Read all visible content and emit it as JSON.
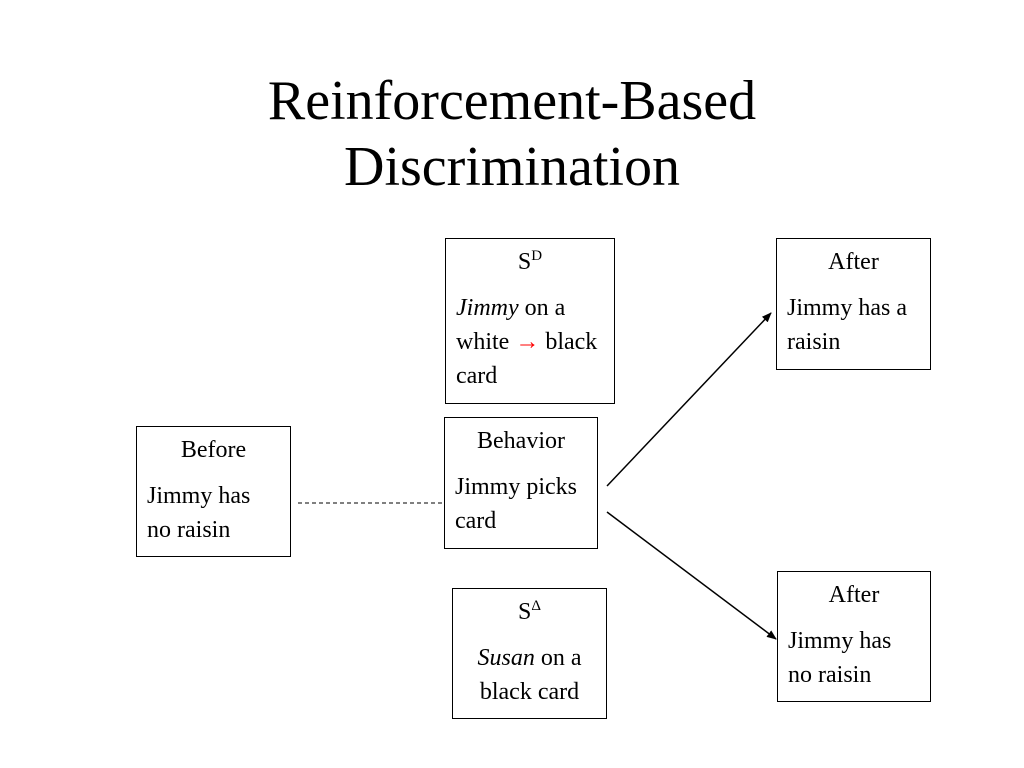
{
  "title": {
    "line1": "Reinforcement-Based",
    "line2": "Discrimination"
  },
  "sd": {
    "label": "S",
    "sup": "D",
    "subject": "Jimmy",
    "text1": " on a white ",
    "arrow": "→",
    "text2": " black card"
  },
  "sdelta": {
    "label": "S",
    "sup": "Δ",
    "subject": "Susan",
    "text1": " on a black card"
  },
  "before": {
    "heading": "Before",
    "text": "Jimmy has no raisin"
  },
  "behavior": {
    "heading": "Behavior",
    "text": "Jimmy picks card"
  },
  "after_top": {
    "heading": "After",
    "text": "Jimmy has a raisin"
  },
  "after_bottom": {
    "heading": "After",
    "text": "Jimmy has no raisin"
  },
  "colors": {
    "border": "#000000",
    "arrow_accent": "#ff0000"
  }
}
